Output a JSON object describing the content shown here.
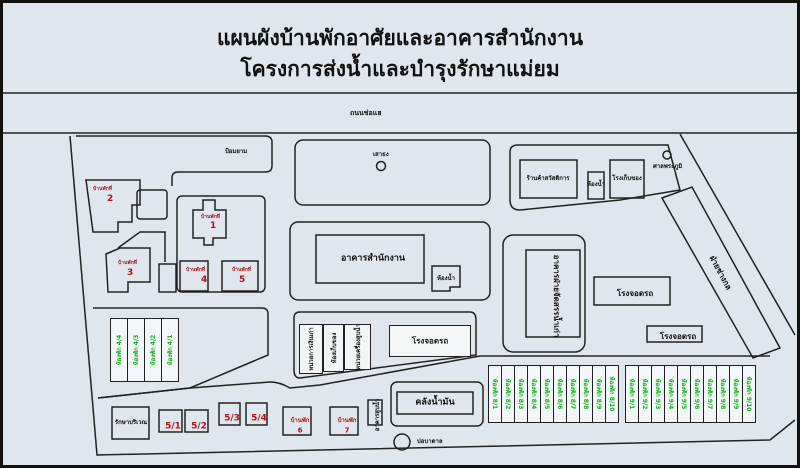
{
  "title": {
    "line1": "แผนผังบ้านพักอาศัยและอาคารสำนักงาน",
    "line2": "โครงการส่งน้ำและบำรุงรักษาแม่ยม"
  },
  "road": "ถนนช่อแฮ",
  "buildings": {
    "guard_post": "ป้อมยาม",
    "flagpole": "เสาธง",
    "office": "อาคารสำนักงาน",
    "office_restroom": "ห้องน้ำ",
    "welfare_shop": "ร้านค้าสวัสดิการ",
    "shop_restroom": "ห้องน้ำ",
    "storage": "โรงเก็บของ",
    "shrine": "ศาลพระภูมิ",
    "mechanical_division": "ฝ่ายช่างกล",
    "old_water_allocation": "อาคารฝ่ายจัดสรรน้ำเก่า",
    "garage_1": "โรงจอดรถ",
    "garage_2": "โรงจอดรถ",
    "garage_3": "โรงจอดรถ",
    "old_finance": "หน่วยการเงินเก่า",
    "storeroom": "ห้องเก็บของ",
    "pump_unit": "หน่วยเครื่องสูบน้ำ",
    "fuel_depot": "คลังน้ำมัน",
    "pump_house": "อาคารสูบน้ำ",
    "well": "บ่อบาดาล",
    "security": "รักษาบริเวณ"
  },
  "houses": {
    "prefix": "บ้านพักที่",
    "h1": "1",
    "h2": "2",
    "h3": "3",
    "h4": "4",
    "h5": "5",
    "h51": "5/1",
    "h52": "5/2",
    "h53": "5/3",
    "h54": "5/4",
    "h6_label": "บ้านพัก",
    "h6": "6",
    "h7_label": "บ้านพัก",
    "h7": "7"
  },
  "rooms_4": [
    "ห้องพัก 4/4",
    "ห้องพัก 4/3",
    "ห้องพัก 4/2",
    "ห้องพัก 4/1"
  ],
  "rooms_8": [
    "ห้องพัก 8/1",
    "ห้องพัก 8/2",
    "ห้องพัก 8/3",
    "ห้องพัก 8/4",
    "ห้องพัก 8/5",
    "ห้องพัก 8/6",
    "ห้องพัก 8/7",
    "ห้องพัก 8/8",
    "ห้องพัก 8/9",
    "ห้องพัก 8/10"
  ],
  "rooms_9": [
    "ห้องพัก 9/1",
    "ห้องพัก 9/2",
    "ห้องพัก 9/3",
    "ห้องพัก 9/4",
    "ห้องพัก 9/5",
    "ห้องพัก 9/6",
    "ห้องพัก 9/7",
    "ห้องพัก 9/8",
    "ห้องพัก 9/9",
    "ห้องพัก 9/10"
  ]
}
